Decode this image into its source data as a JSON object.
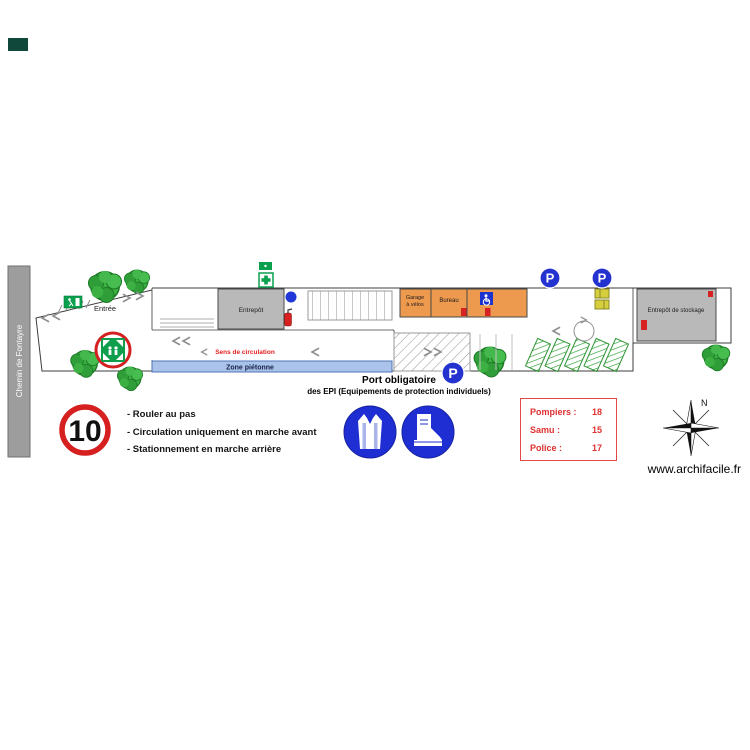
{
  "plan": {
    "road_label": "Chemin de Fontayre",
    "entrance_label": "Entrée",
    "rooms": {
      "entrepot": "Entrepôt",
      "garage_line1": "Garage",
      "garage_line2": "à vélos",
      "bureau": "Bureau",
      "stockage": "Entrepôt de stockage"
    },
    "annotations": {
      "sens_circulation": "Sens de circulation",
      "zone_pietonne": "Zone piétonne"
    },
    "parking_letter": "P",
    "compass_north": "N"
  },
  "speed_sign": {
    "value": "10"
  },
  "rules": [
    "- Rouler au pas",
    "- Circulation uniquement en marche avant",
    "- Stationnement en marche arrière"
  ],
  "epi_notice": {
    "line1": "Port obligatoire",
    "line2": "des EPI (Equipements de protection individuels)"
  },
  "emergency_numbers": [
    {
      "label": "Pompiers :",
      "number": "18"
    },
    {
      "label": "Samu :",
      "number": "15"
    },
    {
      "label": "Police :",
      "number": "17"
    }
  ],
  "footer": {
    "website": "www.archifacile.fr"
  },
  "colors": {
    "sign_blue": "#2433d0",
    "safety_green": "#0ba04e",
    "alert_red": "#d62020",
    "room_orange": "#ee9a4e",
    "pedestrian_blue": "#a9c3ea"
  }
}
